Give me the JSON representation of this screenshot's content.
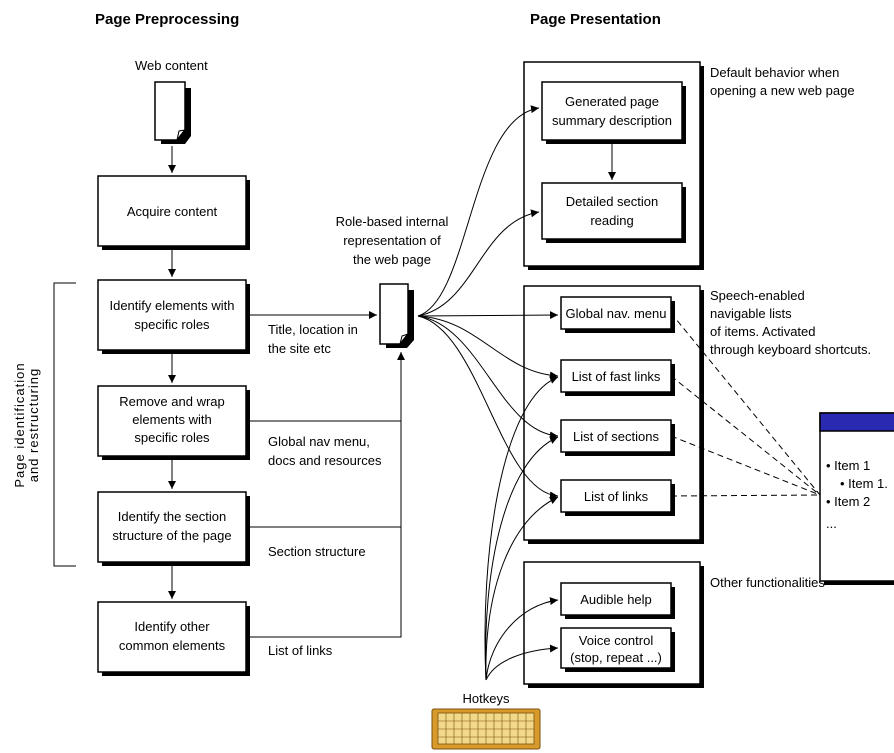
{
  "headers": {
    "preprocessing": "Page Preprocessing",
    "presentation": "Page Presentation"
  },
  "left": {
    "web_content": "Web content",
    "acquire": "Acquire content",
    "identify_roles": [
      "Identify elements with",
      "specific roles"
    ],
    "remove_wrap": [
      "Remove and wrap",
      "elements with",
      "specific roles"
    ],
    "identify_section": [
      "Identify the section",
      "structure of the page"
    ],
    "identify_other": [
      "Identify other",
      "common elements"
    ],
    "bracket_label": [
      "Page identification",
      "and restructuring"
    ]
  },
  "edge_labels": {
    "title_location": [
      "Title, location in",
      "the site etc"
    ],
    "global_nav": [
      "Global nav menu,",
      "docs and resources"
    ],
    "section_structure": "Section structure",
    "list_of_links": "List of links"
  },
  "middle": {
    "role_based": [
      "Role-based internal",
      "representation of",
      "the web page"
    ]
  },
  "right": {
    "generated_summary": [
      "Generated page",
      "summary description"
    ],
    "detailed_section": [
      "Detailed section",
      "reading"
    ],
    "default_behavior": [
      "Default behavior when",
      "opening a new web page"
    ],
    "global_nav_menu": "Global nav. menu",
    "fast_links": "List of fast links",
    "sections": "List of sections",
    "links": "List of links",
    "speech_enabled": [
      "Speech-enabled",
      "navigable lists",
      "of items. Activated",
      "through keyboard shortcuts."
    ],
    "audible_help": "Audible help",
    "voice_control": [
      "Voice control",
      "(stop, repeat ...)"
    ],
    "other_functionalities": "Other functionalities",
    "hotkeys": "Hotkeys"
  },
  "popup": {
    "items": [
      "• Item 1",
      "• Item 1.",
      "• Item 2",
      "..."
    ]
  },
  "colors": {
    "popup_title": "#2a2ab0",
    "keyboard_body": "#d89a2a",
    "keyboard_keys": "#f2d98a"
  }
}
